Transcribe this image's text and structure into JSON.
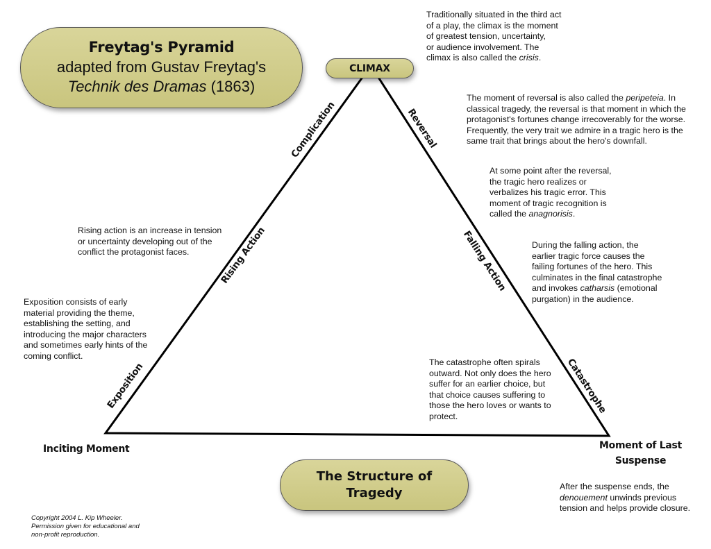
{
  "title": {
    "line1": "Freytag's Pyramid",
    "line2": "adapted from Gustav Freytag's",
    "line3_italic": "Technik des Dramas",
    "line3_rest": " (1863)"
  },
  "climax_label": "CLIMAX",
  "structure_label": "The Structure of\nTragedy",
  "corners": {
    "inciting": "Inciting Moment",
    "last_suspense": "Moment of Last\nSuspense"
  },
  "edges": {
    "exposition": "Exposition",
    "rising_action": "Rising Action",
    "complication": "Complication",
    "reversal": "Reversal",
    "falling_action": "Falling Action",
    "catastrophe": "Catastrophe"
  },
  "notes": {
    "climax": {
      "a": "Traditionally situated in the third act\nof a play, the climax is the moment\nof greatest tension, uncertainty,\nor audience involvement. The\nclimax is also called the ",
      "i": "crisis",
      "b": "."
    },
    "reversal": {
      "a": "The moment of reversal is also called the ",
      "i": "peripeteia",
      "b": ". In\nclassical tragedy, the reversal is that moment in which the\nprotagonist's fortunes change irrecoverably for the worse.\nFrequently, the very trait we admire in a tragic hero is the\nsame trait that brings about the hero's downfall."
    },
    "recognition": {
      "a": "At some point after the reversal,\nthe tragic hero realizes or\nverbalizes his tragic error. This\nmoment of tragic recognition is\ncalled the ",
      "i": "anagnorisis",
      "b": "."
    },
    "falling": {
      "a": "During the falling action, the\nearlier tragic force causes the\nfailing fortunes of the hero. This\nculminates in the final catastrophe\nand invokes ",
      "i": "catharsis",
      "b": " (emotional\npurgation) in the audience."
    },
    "rising": "Rising action is an increase in tension\nor uncertainty developing out of the\nconflict the protagonist faces.",
    "exposition": "Exposition consists of early\nmaterial providing the theme,\nestablishing the setting, and\nintroducing the major characters\nand sometimes early hints of the\ncoming conflict.",
    "catastrophe": "The catastrophe often spirals\noutward. Not only does the hero\nsuffer for an earlier choice, but\nthat choice causes suffering to\nthose the hero loves or wants to\nprotect.",
    "denouement": {
      "a": "After the suspense ends, the\n",
      "i": "denouement",
      "b": " unwinds previous\ntension and helps provide closure."
    }
  },
  "copyright": "Copyright 2004 L. Kip Wheeler.\nPermission given for educational and\nnon-profit reproduction."
}
